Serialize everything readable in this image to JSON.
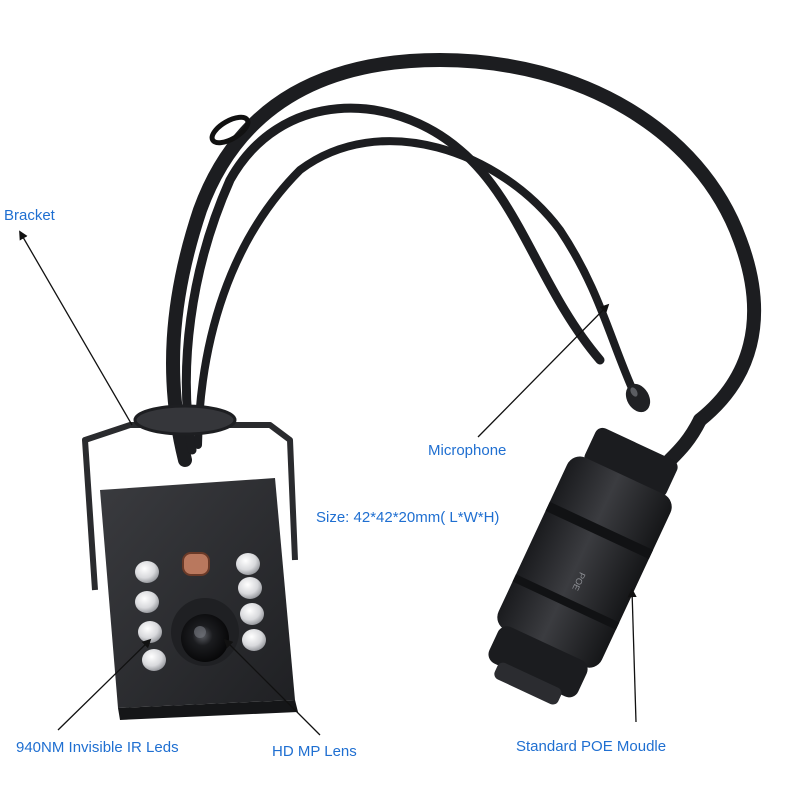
{
  "colors": {
    "label_text": "#1f6fd1",
    "arrow": "#111111",
    "cable": "#1c1d20",
    "camera_body": "#2a2b2e",
    "led": "#e8e8ea",
    "lens": "#121213"
  },
  "labels": {
    "bracket": "Bracket",
    "microphone": "Microphone",
    "size": "Size: 42*42*20mm( L*W*H)",
    "ir_leds": "940NM Invisible IR Leds",
    "lens": "HD MP Lens",
    "poe_module": "Standard POE Moudle"
  }
}
